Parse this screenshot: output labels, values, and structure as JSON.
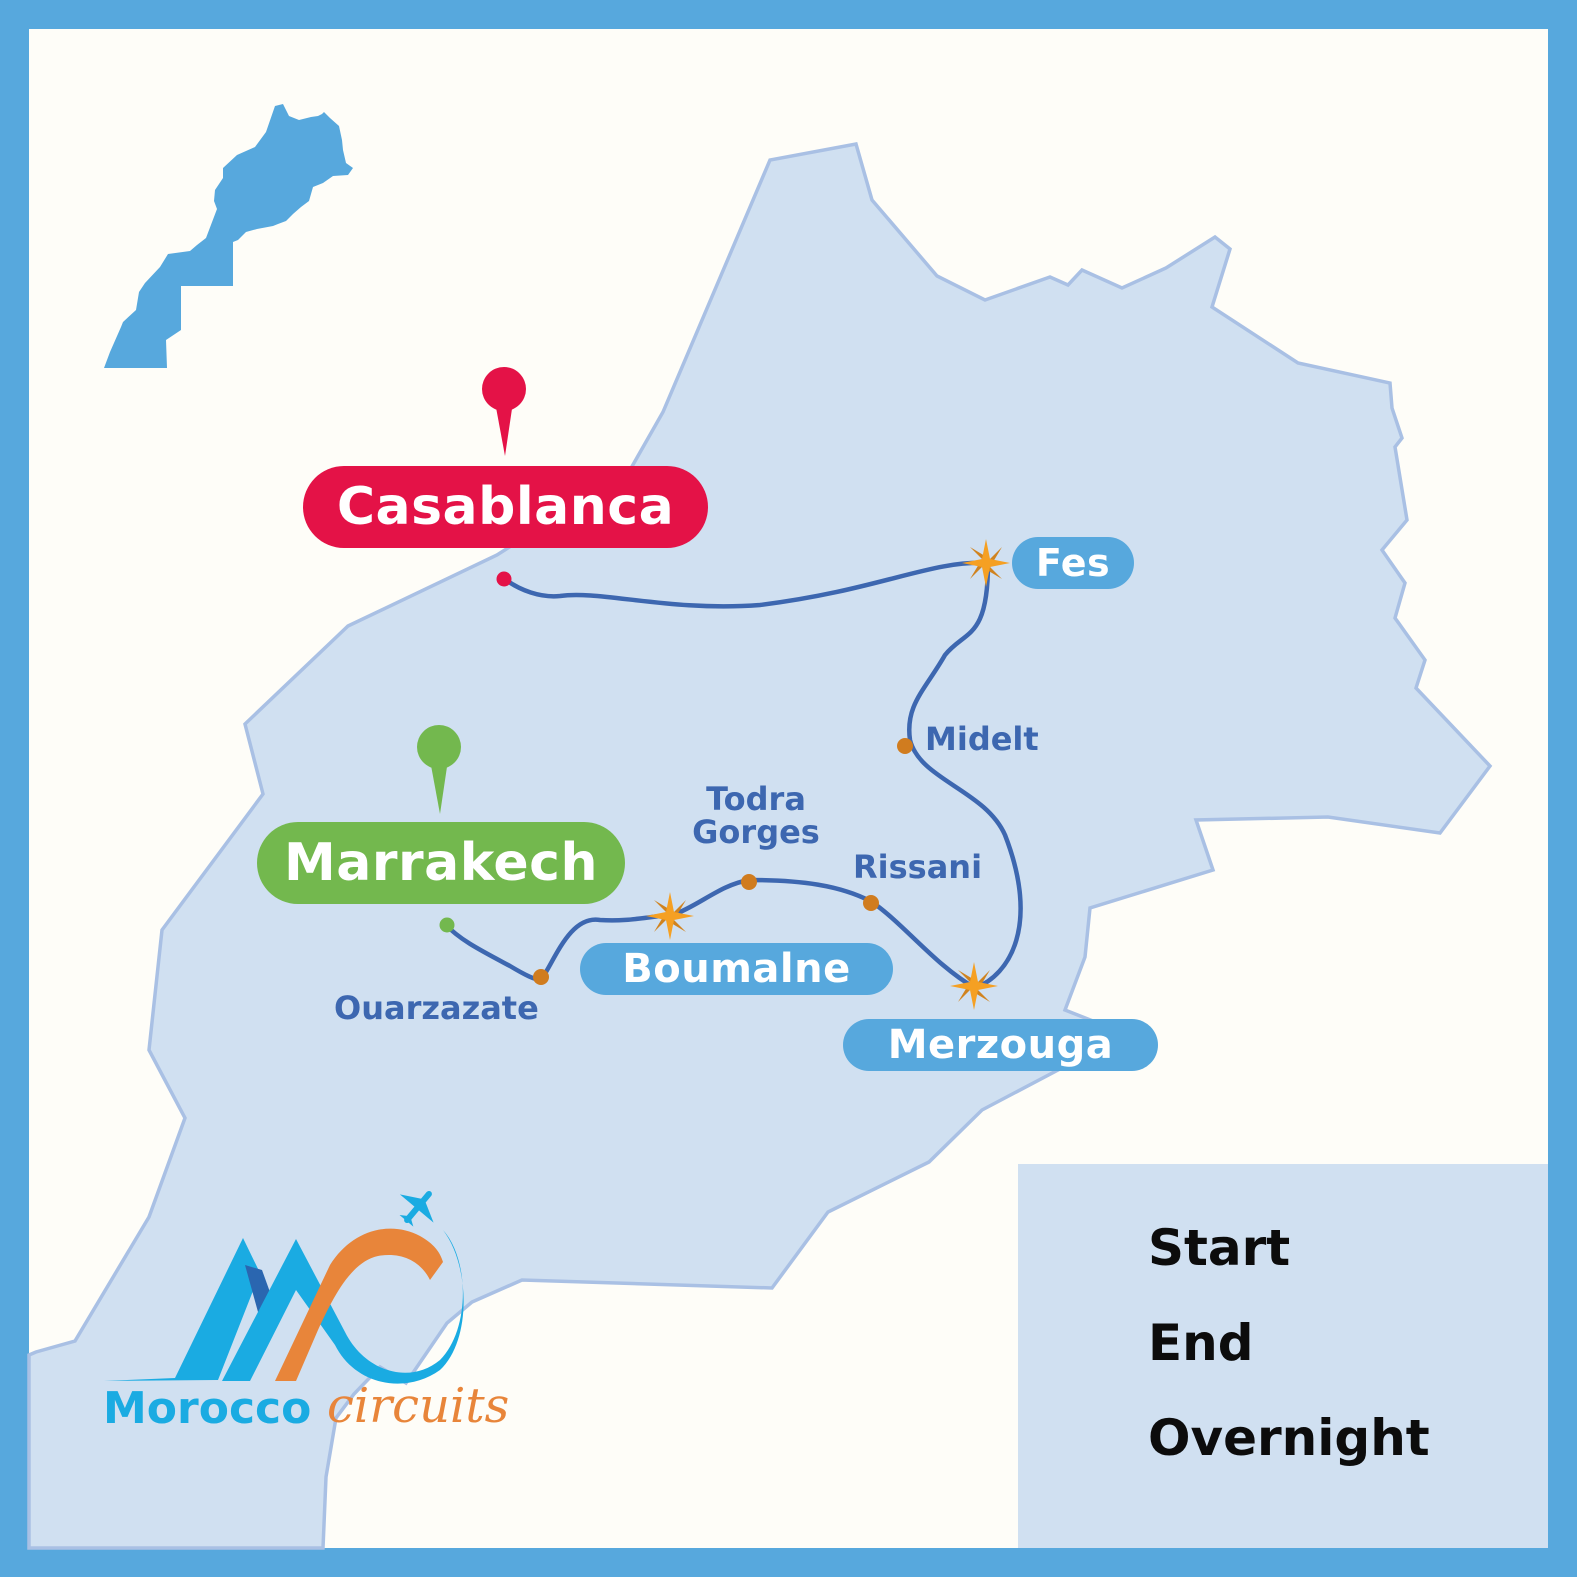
{
  "colors": {
    "frame": "#57a8dd",
    "background": "#fefdf8",
    "country_fill": "#d0e0f1",
    "country_border": "#a9c0e4",
    "route": "#3d67b0",
    "start": "#73b84e",
    "end": "#e41247",
    "overnight": "#f5a023",
    "overnight_dark": "#d0831f",
    "waypoint": "#d07c1f",
    "city_pill": "#57a8dd",
    "inset_map": "#57a8dd",
    "legend_bg": "#d0e0f1",
    "logo_blue": "#1aabe2",
    "logo_dark_blue": "#2a66b0",
    "logo_orange": "#e8853a"
  },
  "map": {
    "cities": {
      "casablanca": {
        "label": "Casablanca",
        "role": "end"
      },
      "marrakech": {
        "label": "Marrakech",
        "role": "start"
      },
      "fes": {
        "label": "Fes",
        "role": "overnight"
      },
      "boumalne": {
        "label": "Boumalne",
        "role": "overnight"
      },
      "merzouga": {
        "label": "Merzouga",
        "role": "overnight"
      }
    },
    "waypoints": {
      "midelt": {
        "label": "Midelt"
      },
      "todra": {
        "label": "Todra Gorges",
        "line1": "Todra",
        "line2": "Gorges"
      },
      "rissani": {
        "label": "Rissani"
      },
      "ouarzazate": {
        "label": "Ouarzazate"
      }
    },
    "route_order": [
      "Marrakech",
      "Ouarzazate",
      "Boumalne",
      "Todra Gorges",
      "Rissani",
      "Merzouga",
      "Midelt",
      "Fes",
      "Casablanca"
    ]
  },
  "legend": {
    "items": [
      {
        "label": "Start",
        "icon": "green-pin-icon"
      },
      {
        "label": "End",
        "icon": "red-pin-icon"
      },
      {
        "label": "Overnight",
        "icon": "orange-star-icon"
      }
    ]
  },
  "logo": {
    "word1": "Morocco",
    "word2": "circuits"
  }
}
